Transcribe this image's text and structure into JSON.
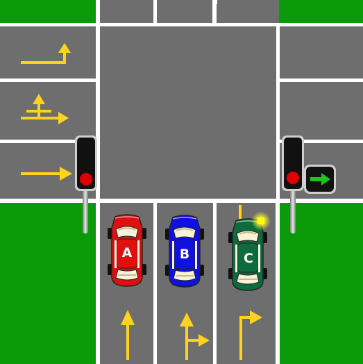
{
  "scene": {
    "title": "",
    "colors": {
      "grass": "#0a9a0a",
      "road": "#6e6e6e",
      "lane_line": "#ffffff",
      "road_marking": "#ffd21e",
      "signal_housing": "#111111",
      "signal_red": "#e00000",
      "green_arrow": "#1ec31e"
    }
  },
  "traffic_lights": [
    {
      "id": "left",
      "lit": "red"
    },
    {
      "id": "right",
      "lit": "red",
      "extra_section": "green-right-arrow-lit"
    }
  ],
  "left_road_lane_arrows": [
    {
      "lane": 1,
      "icon": "turn-right-then-straight-arrow-icon"
    },
    {
      "lane": 2,
      "icon": "straight-and-right-arrow-icon"
    },
    {
      "lane": 3,
      "icon": "straight-arrow-icon"
    }
  ],
  "cars": [
    {
      "label": "A",
      "color": "#e01010",
      "lane": "left",
      "lane_arrow": "straight-arrow-icon",
      "turn_signal": "off"
    },
    {
      "label": "B",
      "color": "#1010e0",
      "lane": "middle",
      "lane_arrow": "straight-and-right-arrow-icon",
      "turn_signal": "off"
    },
    {
      "label": "C",
      "color": "#0e6b3e",
      "lane": "right",
      "lane_arrow": "right-turn-arrow-icon",
      "turn_signal": "right-front-on"
    }
  ]
}
